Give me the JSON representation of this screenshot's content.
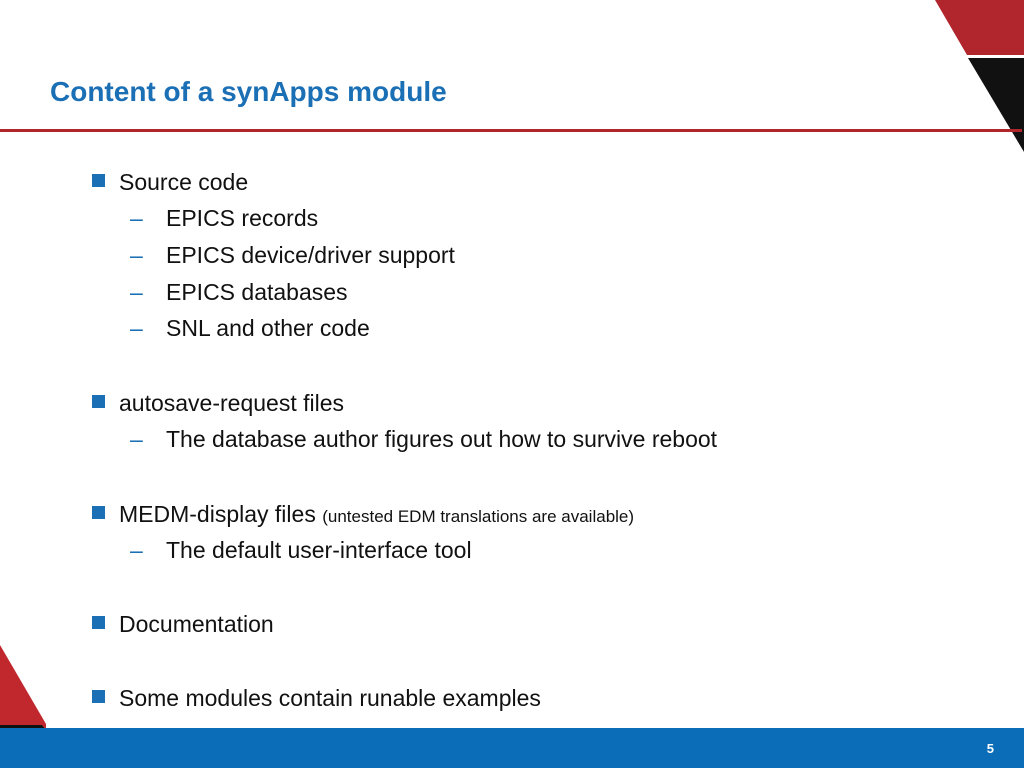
{
  "slide": {
    "title": "Content of a synApps module",
    "page_number": "5"
  },
  "bullets": [
    {
      "text": "Source code",
      "note": "",
      "subitems": [
        "EPICS records",
        "EPICS device/driver support",
        "EPICS databases",
        "SNL and other code"
      ]
    },
    {
      "text": "autosave-request files",
      "note": "",
      "subitems": [
        "The database author figures out how to survive reboot"
      ]
    },
    {
      "text": "MEDM-display files",
      "note": "(untested EDM translations are available)",
      "subitems": [
        "The default user-interface tool"
      ]
    },
    {
      "text": "Documentation",
      "note": "",
      "subitems": []
    },
    {
      "text": "Some modules contain runable examples",
      "note": "",
      "subitems": []
    }
  ],
  "colors": {
    "title": "#1a6fb5",
    "accent_red": "#b0262c",
    "footer_blue": "#0b6db8",
    "bullet": "#1a6fb5"
  }
}
